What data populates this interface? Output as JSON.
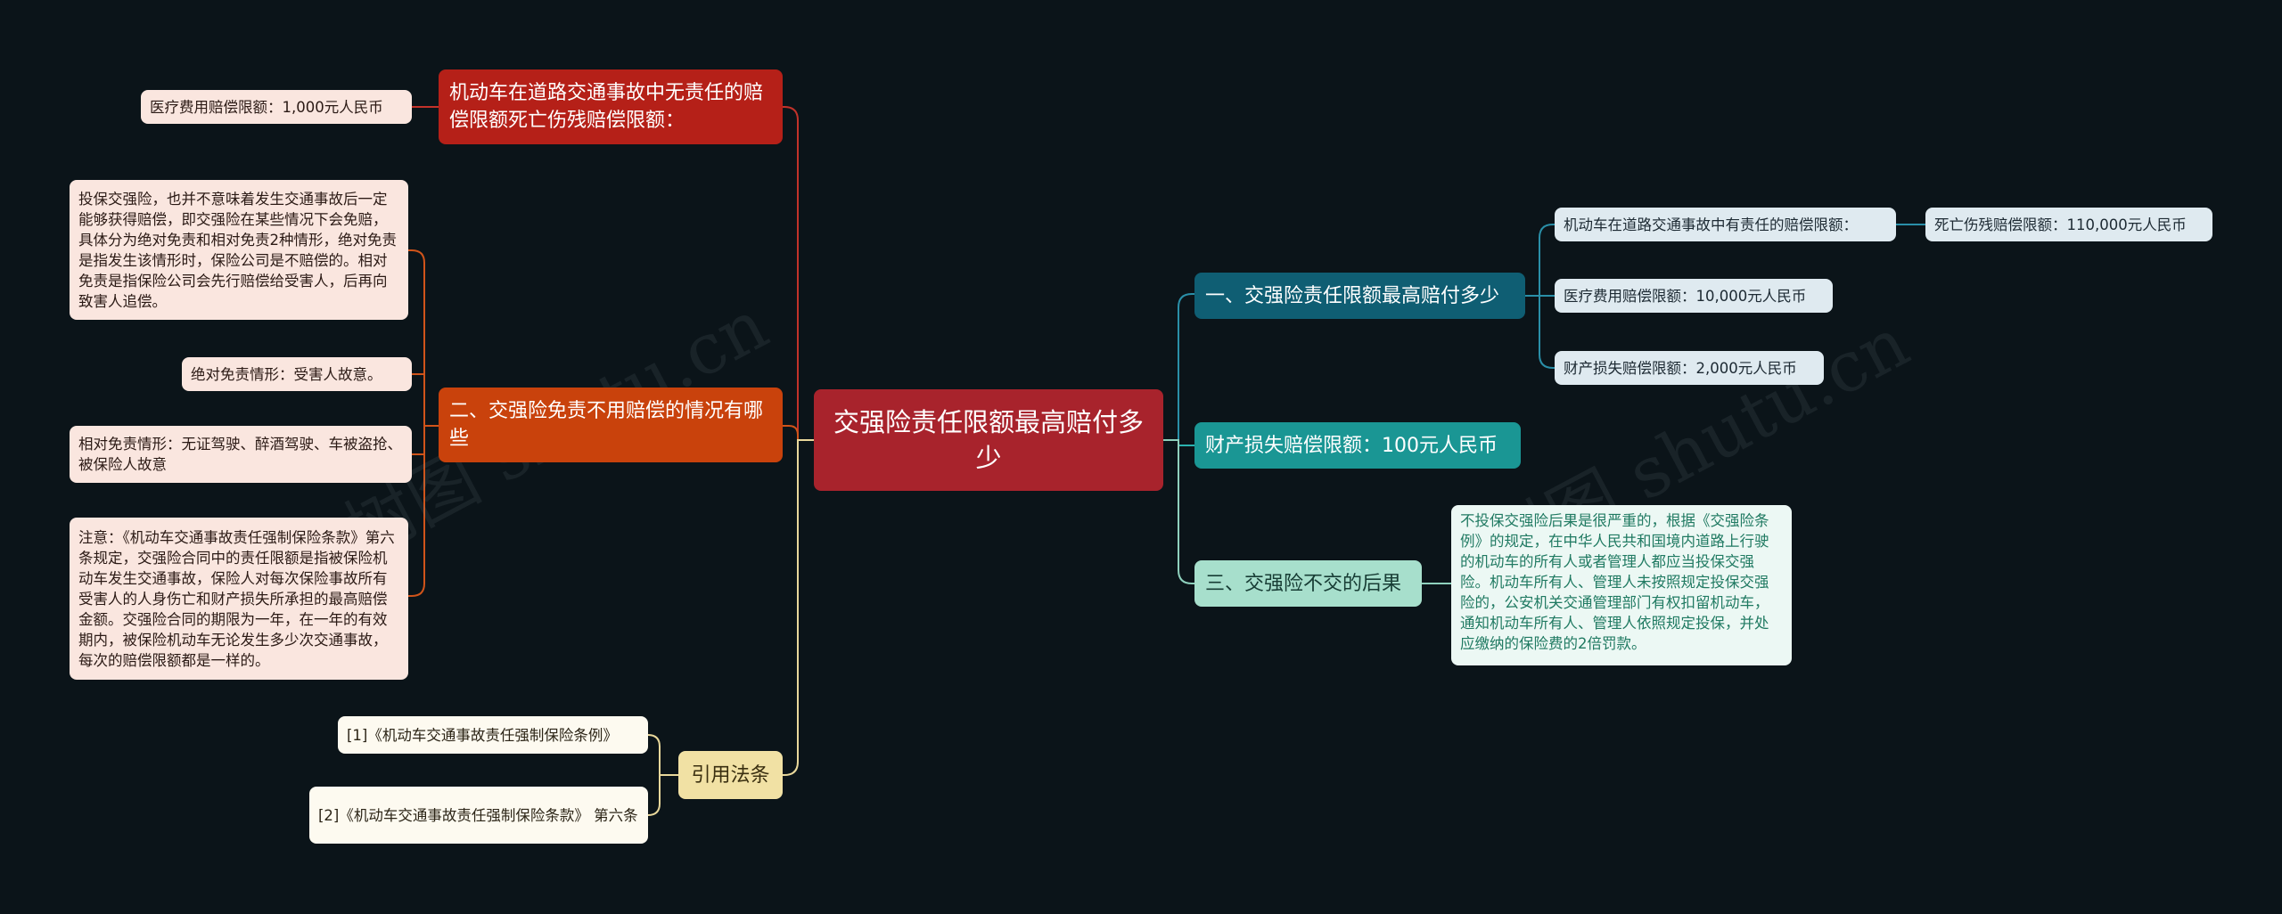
{
  "mindmap": {
    "root": "交强险责任限额最高赔付多少",
    "left": {
      "no_fault_limit": {
        "label": "机动车在道路交通事故中无责任的赔偿限额死亡伤残赔偿限额：",
        "leaves": [
          "医疗费用赔偿限额：1,000元人民币"
        ]
      },
      "exemptions": {
        "label": "二、交强险免责不用赔偿的情况有哪些",
        "leaves": [
          "投保交强险，也并不意味着发生交通事故后一定能够获得赔偿，即交强险在某些情况下会免赔，具体分为绝对免责和相对免责2种情形，绝对免责是指发生该情形时，保险公司是不赔偿的。相对免责是指保险公司会先行赔偿给受害人，后再向致害人追偿。",
          "绝对免责情形：受害人故意。",
          "相对免责情形：无证驾驶、醉酒驾驶、车被盗抢、被保险人故意",
          "注意：《机动车交通事故责任强制保险条款》第六条规定，交强险合同中的责任限额是指被保险机动车发生交通事故，保险人对每次保险事故所有受害人的人身伤亡和财产损失所承担的最高赔偿金额。交强险合同的期限为一年，在一年的有效期内，被保险机动车无论发生多少次交通事故，每次的赔偿限额都是一样的。"
        ]
      },
      "citations": {
        "label": "引用法条",
        "leaves": [
          "[1]《机动车交通事故责任强制保险条例》",
          "[2]《机动车交通事故责任强制保险条款》 第六条"
        ]
      }
    },
    "right": {
      "max_payout": {
        "label": "一、交强险责任限额最高赔付多少",
        "leaves": [
          "机动车在道路交通事故中有责任的赔偿限额：",
          "医疗费用赔偿限额：10,000元人民币",
          "财产损失赔偿限额：2,000元人民币"
        ],
        "subleaf": "死亡伤残赔偿限额：110,000元人民币"
      },
      "property_loss": {
        "label": "财产损失赔偿限额：100元人民币"
      },
      "not_insured": {
        "label": "三、交强险不交的后果",
        "leaves": [
          "不投保交强险后果是很严重的，根据《交强险条例》的规定，在中华人民共和国境内道路上行驶的机动车的所有人或者管理人都应当投保交强险。机动车所有人、管理人未按照规定投保交强险的，公安机关交通管理部门有权扣留机动车，通知机动车所有人、管理人依照规定投保，并处应缴纳的保险费的2倍罚款。"
        ]
      }
    }
  },
  "watermark": "树图 shutu.cn",
  "colors": {
    "background": "#0b1419",
    "root": "#a8232c",
    "branch_red": "#b52018",
    "branch_orange": "#c9420c",
    "branch_yellow": "#f1e1a4",
    "branch_blue": "#0f5e73",
    "branch_teal": "#1a9694",
    "branch_mint": "#a7dfcc"
  }
}
